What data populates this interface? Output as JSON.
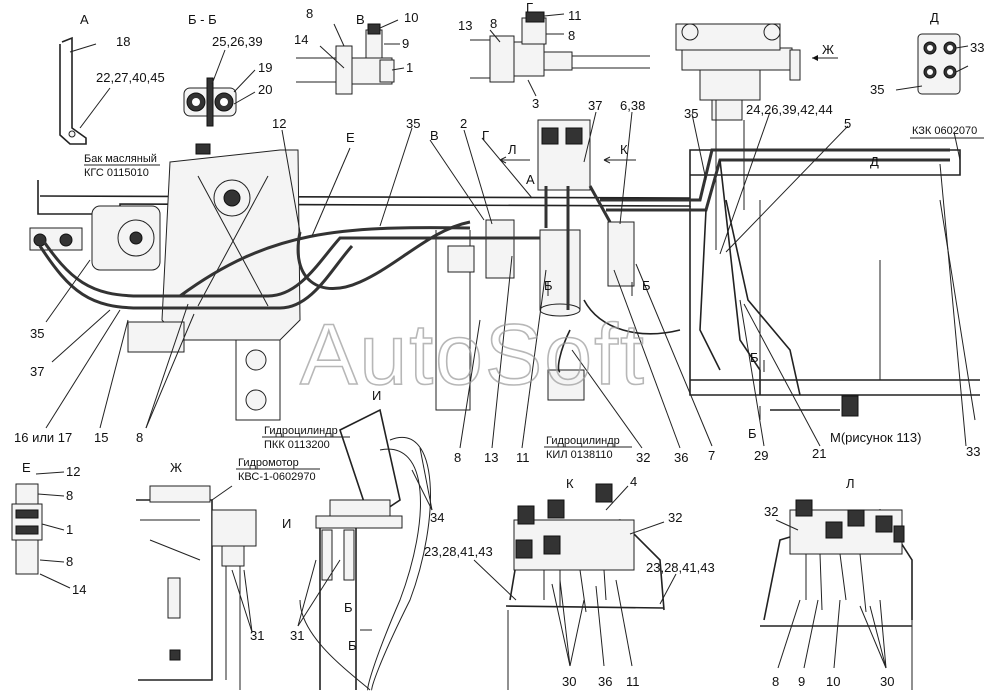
{
  "views": {
    "a": "А",
    "bb": "Б - Б",
    "v": "В",
    "g": "Г",
    "d": "Д",
    "zh": "Ж",
    "e": "Е",
    "i": "И",
    "k": "К",
    "l": "Л",
    "zh_arrow": "Ж",
    "l_arrow": "Л",
    "k_arrow": "К",
    "v_arrow": "В",
    "g_arrow": "Г",
    "e_arrow": "Е",
    "d_arrow": "Д",
    "i_arrow": "И",
    "a_arrow": "А",
    "b_top": "Б",
    "b_mid": "Б",
    "b_bot": "Б",
    "b_i1": "Б",
    "b_i2": "Б"
  },
  "callouts": {
    "c18": "18",
    "c22": "22,27,40,45",
    "c25": "25,26,39",
    "c19": "19",
    "c20": "20",
    "c8_v": "8",
    "c10_v": "10",
    "c14_v": "14",
    "c9_v": "9",
    "c1_v": "1",
    "c13_g": "13",
    "c8_g": "8",
    "c11_g": "11",
    "c8_g2": "8",
    "c3_g": "3",
    "c33_d": "33",
    "c35_d": "35",
    "c35_top": "35",
    "c24": "24,26,39,42,44",
    "c5": "5",
    "c12": "12",
    "c35_mid": "35",
    "c2": "2",
    "c37_top": "37",
    "c638": "6,38",
    "c35_left": "35",
    "c37_left": "37",
    "c16": "16 или 17",
    "c15": "15",
    "c8_left": "8",
    "c8_mid": "8",
    "c13_mid": "13",
    "c11_mid": "11",
    "c32_mid": "32",
    "c36_mid": "36",
    "c7": "7",
    "c29": "29",
    "c21": "21",
    "c33_right": "33",
    "c12_e": "12",
    "c8_e1": "8",
    "c1_e": "1",
    "c8_e2": "8",
    "c14_e": "14",
    "c31_zh": "31",
    "c31_i": "31",
    "c34": "34",
    "c4": "4",
    "c32_k": "32",
    "c23_k1": "23,28,41,43",
    "c23_k2": "23,28,41,43",
    "c30_k": "30",
    "c36_k": "36",
    "c11_k": "11",
    "c32_l": "32",
    "c8_l": "8",
    "c9_l": "9",
    "c10_l": "10",
    "c30_l": "30"
  },
  "notes": {
    "tank_1": "Бак масляный",
    "tank_2": "КГС 0115010",
    "kzk": "КЗК 0602070",
    "m_ref": "М(рисунок 113)",
    "cyl_pkk_1": "Гидроцилиндр",
    "cyl_pkk_2": "ПКК 0113200",
    "motor_1": "Гидромотор",
    "motor_2": "КВС-1-0602970",
    "cyl_kil_1": "Гидроцилиндр",
    "cyl_kil_2": "КИЛ 0138110"
  },
  "watermark": "AutoSoft"
}
